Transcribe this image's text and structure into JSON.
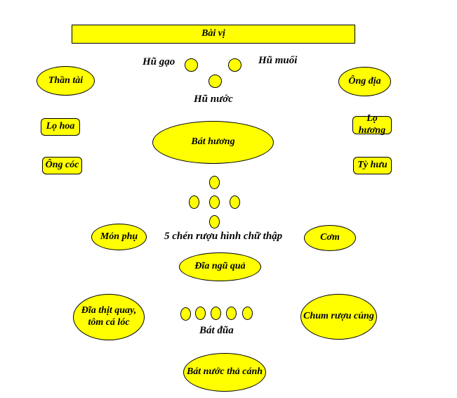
{
  "colors": {
    "fill": "#ffff00",
    "stroke": "#000000",
    "background": "#ffffff"
  },
  "items": {
    "altar_tablet": "Bài vị",
    "rice_jar": "Hũ gạo",
    "salt_jar": "Hũ muối",
    "water_jar": "Hũ nước",
    "god_of_wealth": "Thần tài",
    "earth_god": "Ông địa",
    "flower_vase": "Lọ hoa",
    "incense_vase": "Lọ hương",
    "ong_coc": "Ông cóc",
    "ty_huu": "Tỳ hưu",
    "incense_bowl": "Bát hương",
    "five_wine_cups": "5 chén rượu hình chữ thập",
    "side_dish": "Món phụ",
    "rice": "Cơm",
    "fruit_plate": "Đĩa ngũ quả",
    "roast_pork_plate_line1": "Đĩa thịt quay,",
    "roast_pork_plate_line2": "tôm cá lóc",
    "wine_jar": "Chum rượu cúng",
    "bowls_chopsticks": "Bát đũa",
    "flower_water_bowl": "Bát nước thả cánh"
  }
}
